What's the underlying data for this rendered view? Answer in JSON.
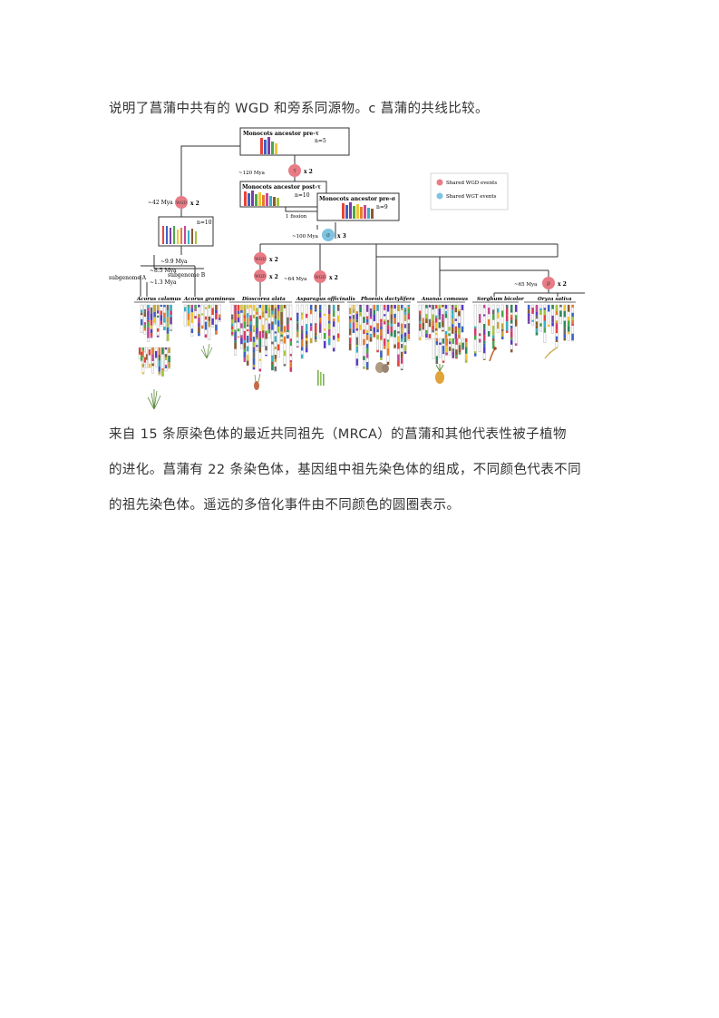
{
  "text": {
    "top_paragraph": "说明了菖蒲中共有的 WGD 和旁系同源物。c 菖蒲的共线比较。",
    "caption_line1": "来自 15 条原染色体的最近共同祖先（MRCA）的菖蒲和其他代表性被子植物",
    "caption_line2": "的进化。菖蒲有 22 条染色体，基因组中祖先染色体的组成，不同颜色代表不同",
    "caption_line3": "的祖先染色体。遥远的多倍化事件由不同颜色的圆圈表示。"
  },
  "figure": {
    "ancestors": [
      {
        "title": "Monocots ancestor pre-τ",
        "n": "n=5"
      },
      {
        "title": "Monocots ancestor post-τ",
        "n": "n=10"
      },
      {
        "title": "Monocots ancestor pre-σ",
        "n": "n=9"
      },
      {
        "n": "n=10"
      }
    ],
    "events": [
      {
        "time": "~120 Mya",
        "symbol": "τ",
        "mult": "x 2",
        "kind": "wgd"
      },
      {
        "time": "~42 Mya",
        "symbol": "WGD",
        "mult": "x 2",
        "kind": "wgd"
      },
      {
        "time": "~100 Mya",
        "symbol": "σ",
        "mult": "x 3",
        "kind": "wgt"
      },
      {
        "time": "",
        "symbol": "WGD",
        "mult": "x 2",
        "kind": "wgd"
      },
      {
        "time": "",
        "symbol": "WGD",
        "mult": "x 2",
        "kind": "wgd"
      },
      {
        "time": "~64 Mya",
        "symbol": "WGD",
        "mult": "x 2",
        "kind": "wgd"
      },
      {
        "time": "~65 Mya",
        "symbol": "ρ",
        "mult": "x 2",
        "kind": "wgd"
      }
    ],
    "fission": "1 fission",
    "legend": {
      "wgd": "Shared WGD events",
      "wgt": "Shared WGT events"
    },
    "subgenome_times": [
      "~9.9 Mya",
      "~8.5 Mya",
      "~1.3 Mya"
    ],
    "subgenome_a": "subgenome A",
    "subgenome_b": "subgenome B",
    "species": [
      "Acorus calamus",
      "Acorus gramineus",
      "Dioscorea alata",
      "Asparagus officinalis",
      "Phoenix dactylifera",
      "Ananas comosus",
      "Sorghum bicolor",
      "Oryza sativa"
    ],
    "colors": {
      "wgd": "#e87b86",
      "wgt": "#7ec4e2",
      "line": "#333333",
      "chromosome_palette": [
        "#e8443a",
        "#3a63c4",
        "#7b3fa8",
        "#f0c43a",
        "#4aa84a",
        "#e87b2e",
        "#c44a9a",
        "#3ab0c4",
        "#8a5a2e",
        "#a4c43a",
        "#d63a6a",
        "#5a3ac4",
        "#2e8a5a",
        "#c4a43a",
        "#6a6a6a"
      ]
    }
  }
}
